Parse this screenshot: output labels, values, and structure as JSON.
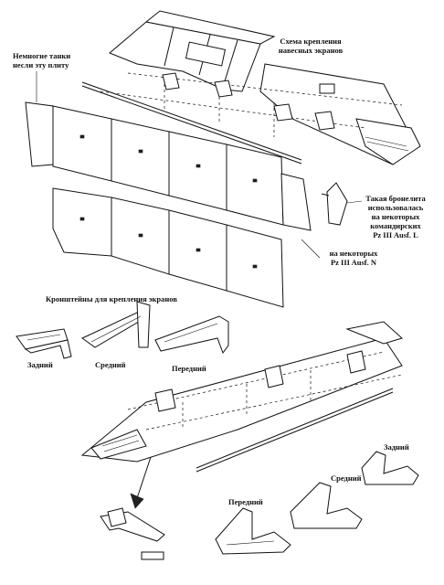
{
  "labels": {
    "scheme_title": [
      "Схема крепления",
      "навесных экранов"
    ],
    "tanks_note": [
      "Немногие танки",
      "несли эту плиту"
    ],
    "command_note": [
      "Такая бронелита",
      "использовалась",
      "на некоторых",
      "командирских",
      "Pz III Ausf. L"
    ],
    "ausf_n_note": [
      "на некоторых",
      "Pz III Ausf. N"
    ],
    "brackets_title": "Кронштейны для крепления экранов",
    "rear_top": "Задний",
    "middle_top": "Средний",
    "front_top": "Передний",
    "rear_bottom": "Задний",
    "middle_bottom": "Средний",
    "front_bottom": "Передний"
  }
}
